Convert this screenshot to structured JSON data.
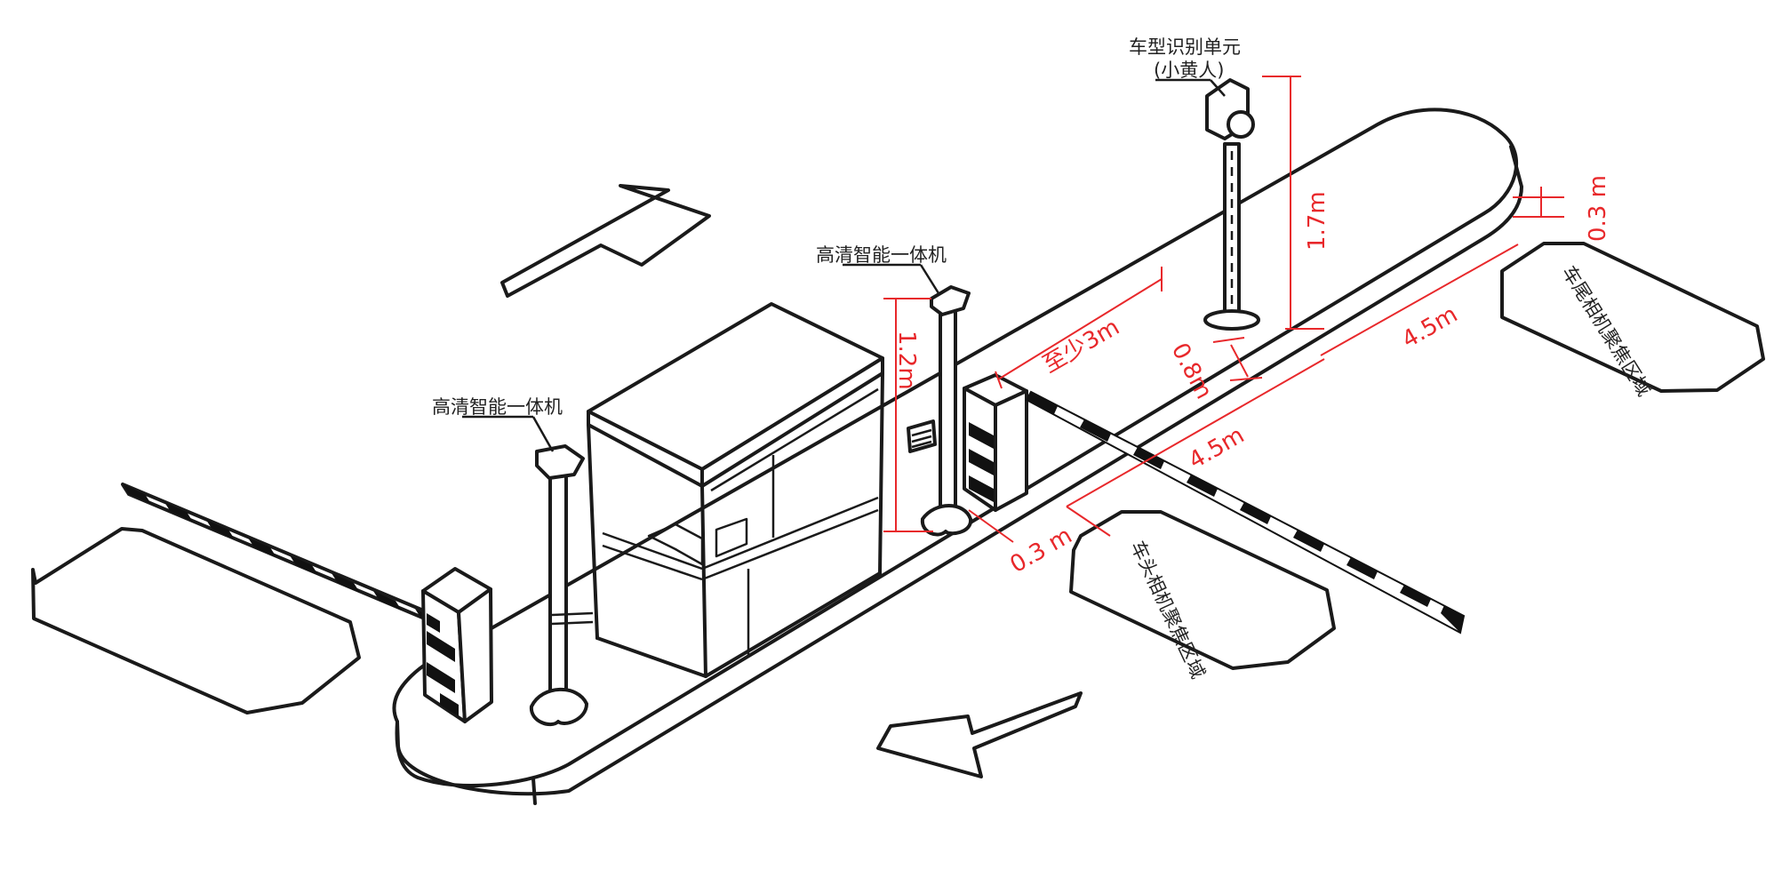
{
  "labels": {
    "camera_left": "高清智能一体机",
    "camera_mid": "高清智能一体机",
    "recognition_unit_line1": "车型识别单元",
    "recognition_unit_line2": "(小黄人)",
    "zone_front": "车头相机聚焦区域",
    "zone_rear": "车尾相机聚焦区域"
  },
  "dimensions": {
    "height_camera": "1.2m",
    "height_unit": "1.7m",
    "min_distance": "至少3m",
    "offset_unit": "0.8m",
    "offset_camera": "0.3 m",
    "island_edge": "0.3 m",
    "zone_distance_front": "4.5m",
    "zone_distance_rear": "4.5m"
  },
  "colors": {
    "dimension": "#e8282b",
    "outline": "#1a1a1a"
  }
}
